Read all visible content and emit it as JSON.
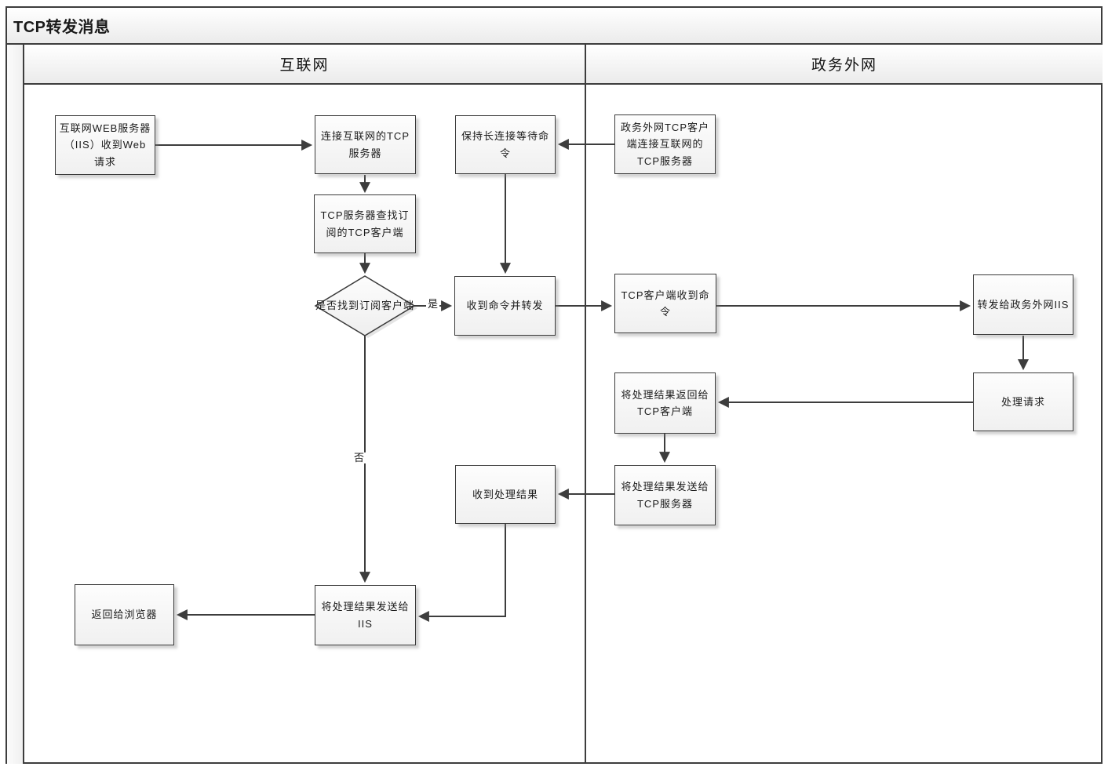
{
  "title": "TCP转发消息",
  "lanes": [
    {
      "label": "互联网"
    },
    {
      "label": "政务外网"
    }
  ],
  "nodes": {
    "web_request": {
      "label": "互联网WEB服务器（IIS）收到Web请求"
    },
    "connect_tcp": {
      "label": "连接互联网的TCP服务器"
    },
    "find_client": {
      "label": "TCP服务器查找订阅的TCP客户端"
    },
    "keep_alive": {
      "label": "保持长连接等待命令"
    },
    "decision_found": {
      "label": "是否找到订阅客户端"
    },
    "forward_cmd": {
      "label": "收到命令并转发"
    },
    "recv_result": {
      "label": "收到处理结果"
    },
    "send_to_iis": {
      "label": "将处理结果发送给IIS"
    },
    "return_browser": {
      "label": "返回给浏览器"
    },
    "gov_connect": {
      "label": "政务外网TCP客户端连接互联网的TCP服务器"
    },
    "client_recv_cmd": {
      "label": "TCP客户端收到命令"
    },
    "forward_gov_iis": {
      "label": "转发给政务外网IIS"
    },
    "handle_request": {
      "label": "处理请求"
    },
    "return_result": {
      "label": "将处理结果返回给TCP客户端"
    },
    "send_tcp_server": {
      "label": "将处理结果发送给TCP服务器"
    }
  },
  "edge_labels": {
    "yes": "是",
    "no": "否"
  },
  "colors": {
    "line": "#3d3d3d",
    "box_border": "#3a3a3a",
    "shadow": "#d9d9d9"
  }
}
